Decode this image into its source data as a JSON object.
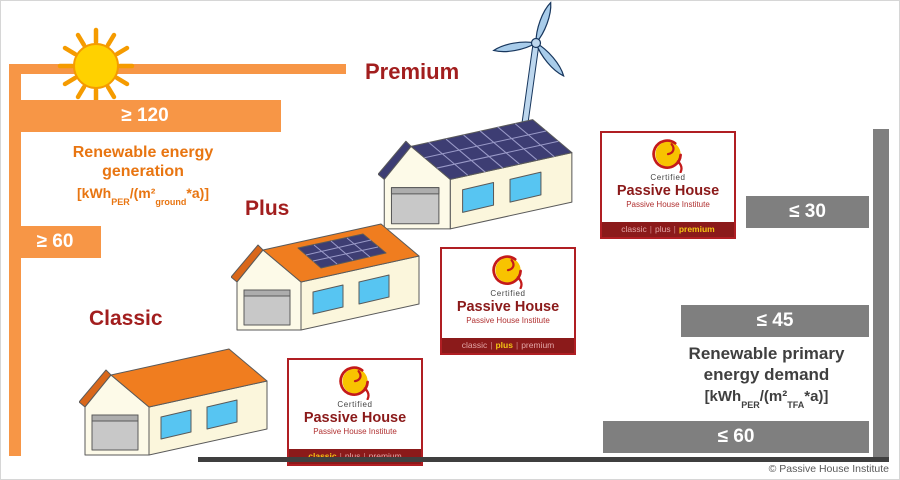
{
  "left_axis": {
    "bars": [
      {
        "label": "≥ 120"
      },
      {
        "label": "≥ 60"
      }
    ],
    "title_line1": "Renewable energy",
    "title_line2": "generation",
    "unit": {
      "p1": "[kWh",
      "sub1": "PER",
      "p2": "/(m²",
      "sub2": "ground",
      "p3": "*a)]"
    }
  },
  "right_axis": {
    "bars": [
      {
        "label": "≤ 30"
      },
      {
        "label": "≤ 45"
      },
      {
        "label": "≤ 60"
      }
    ],
    "title_line1": "Renewable primary",
    "title_line2": "energy demand",
    "unit": {
      "p1": "[kWh",
      "sub1": "PER",
      "p2": "/(m²",
      "sub2": "TFA",
      "p3": "*a)]"
    }
  },
  "houses": [
    {
      "label": "Classic"
    },
    {
      "label": "Plus"
    },
    {
      "label": "Premium"
    }
  ],
  "badge": {
    "certified": "Certified",
    "title": "Passive House",
    "subtitle": "Passive House Institute",
    "separator": "|",
    "classes": [
      "classic",
      "plus",
      "premium"
    ]
  },
  "footer": {
    "copyright": "© Passive House Institute"
  },
  "icons": {
    "sun": "sun-icon",
    "wind_turbine": "wind-turbine-icon",
    "passive_house_logo": "passive-house-logo-icon"
  },
  "colors": {
    "orange_bar": "#F79646",
    "orange_text": "#E87511",
    "class_label_red": "#A21E1E",
    "badge_red": "#8B1A1A",
    "grey_bar": "#7F7F7F",
    "solar_panel": "#3D3D73",
    "window_blue": "#57C5F2",
    "roof_orange": "#F07D1F",
    "sun_yellow": "#FFD100"
  }
}
